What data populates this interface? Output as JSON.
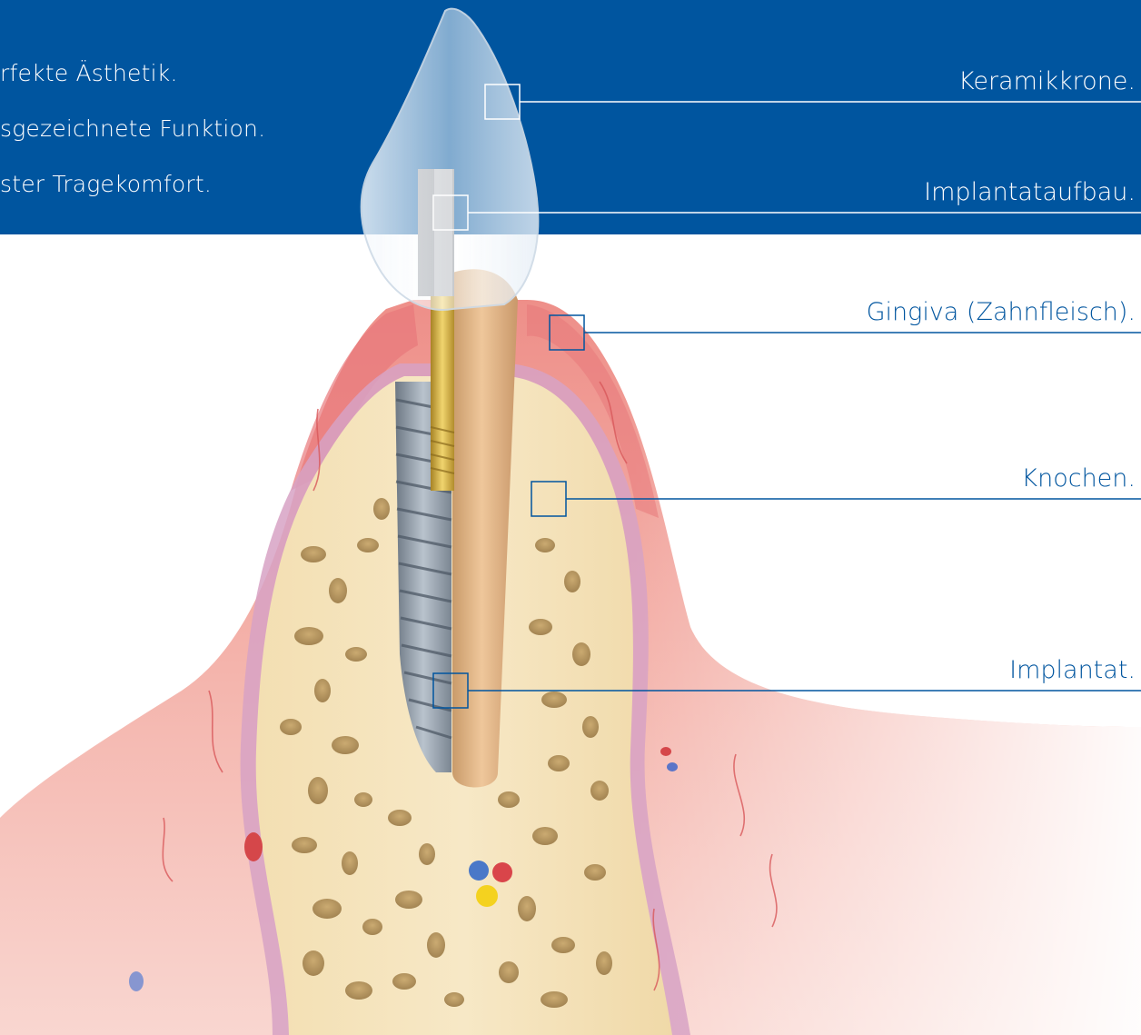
{
  "benefits": [
    {
      "text": "rfekte Ästhetik."
    },
    {
      "text": "sgezeichnete Funktion."
    },
    {
      "text": "ster Tragekomfort."
    }
  ],
  "labels": {
    "crown": "Keramikkrone.",
    "abutment": "Implantataufbau.",
    "gingiva": "Gingiva (Zahnfleisch).",
    "bone": "Knochen.",
    "implant": "Implantat."
  },
  "colors": {
    "header_blue": "#00559f",
    "callout_line_white": "#ffffff",
    "callout_line_blue": "#00559f",
    "gum_pink": "#f2b0a8",
    "bone_cream": "#f3e3bd",
    "root_tan": "#e1b686",
    "implant_grey": "#8e99a6",
    "gold": "#d9b450"
  }
}
